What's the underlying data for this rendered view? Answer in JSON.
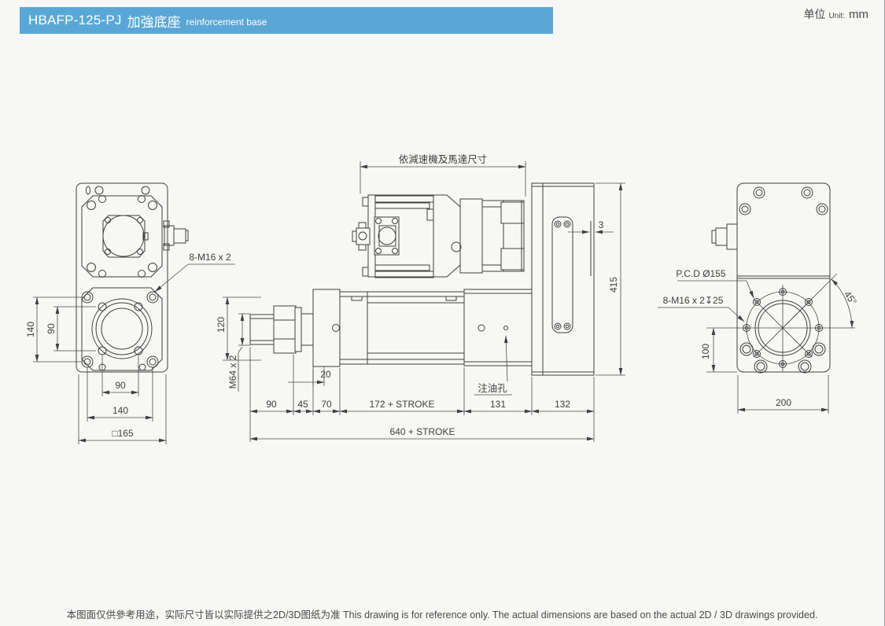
{
  "header": {
    "model": "HBAFP-125-PJ",
    "name_zh": "加強底座",
    "name_en": "reinforcement base",
    "accent_color": "#5AA7D6"
  },
  "unit": {
    "zh": "单位",
    "en": "Unit:",
    "value": "mm"
  },
  "front_view": {
    "dim_v140": "140",
    "dim_v90": "90",
    "dim_h90": "90",
    "dim_h140": "140",
    "dim_square": "□165",
    "bolt_callout": "8-M16 x 2"
  },
  "side_view": {
    "motor_dim": "依減速機及馬達尺寸",
    "dim_120": "120",
    "rod_thread": "M64 x 2",
    "dim_20": "20",
    "dim_90": "90",
    "dim_45": "45",
    "dim_70": "70",
    "dim_stroke": "172 + STROKE",
    "dim_131": "131",
    "dim_132": "132",
    "dim_total": "640 + STROKE",
    "dim_415": "415",
    "dim_3": "3",
    "oil_hole": "注油孔"
  },
  "rear_view": {
    "pcd_callout": "P.C.D Ø155",
    "bolt_callout": "8-M16 x 2↧25",
    "angle": "45°",
    "dim_100": "100",
    "dim_200": "200"
  },
  "footer": {
    "note_zh": "本图面仅供參考用途，实际尺寸皆以实际提供之2D/3D图纸为准",
    "note_en": "This drawing is for reference only. The actual dimensions are based on the actual 2D / 3D drawings provided."
  }
}
